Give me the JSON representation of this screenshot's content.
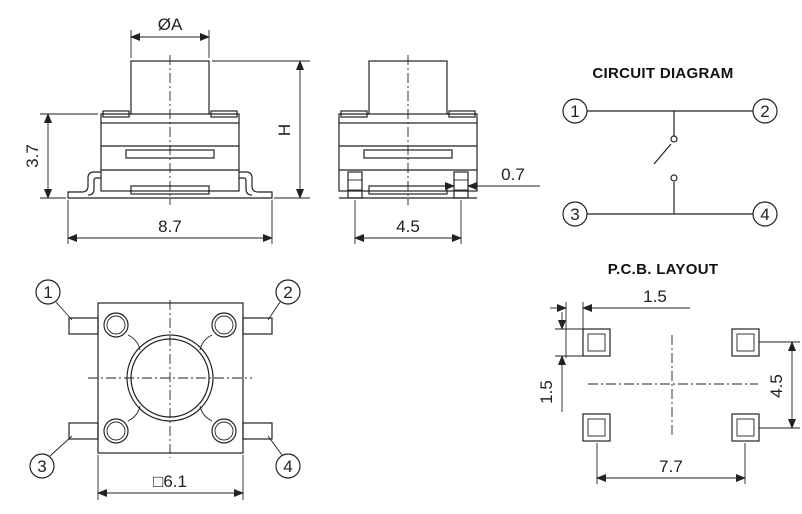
{
  "diagram": {
    "dimensions": {
      "diameter_a": "ØA",
      "height_37": "3.7",
      "height_h": "H",
      "width_87": "8.7",
      "width_45": "4.5",
      "pitch_07": "0.7",
      "square_61": "□6.1"
    },
    "circuit": {
      "title": "CIRCUIT DIAGRAM",
      "pins": [
        "1",
        "2",
        "3",
        "4"
      ]
    },
    "pcb": {
      "title": "P.C.B. LAYOUT",
      "dim_15_top": "1.5",
      "dim_15_left": "1.5",
      "dim_45_right": "4.5",
      "dim_77_bottom": "7.7"
    },
    "bottom_view": {
      "pins": [
        "1",
        "2",
        "3",
        "4"
      ]
    }
  }
}
